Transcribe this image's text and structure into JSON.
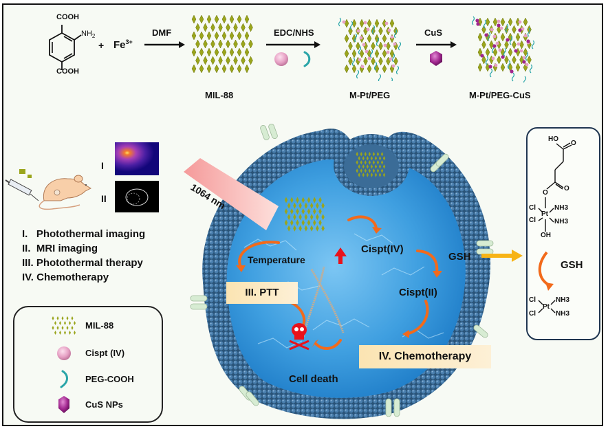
{
  "synthesis": {
    "reactant_ligand": {
      "top_group": "COOH",
      "side_group": "NH",
      "side_group_sub": "2",
      "bottom_group": "COOH"
    },
    "plus": "+",
    "metal_ion": "Fe",
    "metal_charge": "3+",
    "steps": [
      {
        "reagent": "DMF",
        "product": "MIL-88"
      },
      {
        "reagent": "EDC/NHS",
        "product": "M-Pt/PEG"
      },
      {
        "reagent": "CuS",
        "product": "M-Pt/PEG-CuS"
      }
    ]
  },
  "imaging": {
    "labels": [
      "I",
      "II"
    ],
    "panels": [
      "photothermal-image",
      "mri-image"
    ]
  },
  "therapy_list": [
    "I.   Photothermal imaging",
    "II.  MRI imaging",
    "III. Photothermal therapy",
    "IV. Chemotherapy"
  ],
  "legend": [
    {
      "label": "MIL-88",
      "icon": "mof-crystal-icon"
    },
    {
      "label": "Cispt (IV)",
      "icon": "pink-sphere-icon"
    },
    {
      "label": "PEG-COOH",
      "icon": "peg-chain-icon"
    },
    {
      "label": "CuS NPs",
      "icon": "purple-hexagon-icon"
    }
  ],
  "cell": {
    "laser_label": "1064 nm",
    "temperature_label": "Temperature",
    "ptt_label": "III. PTT",
    "cispt4_label": "Cispt(IV)",
    "cispt2_label": "Cispt(II)",
    "gsh_label": "GSH",
    "chemo_label": "IV. Chemotherapy",
    "death_label": "Cell death"
  },
  "chemistry_box": {
    "top_structure": {
      "ho": "HO",
      "o_carbonyl": "O",
      "o_ester": "O",
      "o_link": "O",
      "cl1": "Cl",
      "cl2": "Cl",
      "pt": "Pt",
      "nh3_1": "NH3",
      "nh3_2": "NH3",
      "oh": "OH"
    },
    "reagent": "GSH",
    "bottom_structure": {
      "cl1": "Cl",
      "cl2": "Cl",
      "pt": "Pt",
      "nh3_1": "NH3",
      "nh3_2": "NH3"
    }
  },
  "colors": {
    "mof_green": "#9aa51c",
    "cispt_pink": "#e6a0c4",
    "peg_teal": "#2aa5a8",
    "cus_purple": "#a0268e",
    "membrane_blue": "#3a6d98",
    "water_blue": "#3f9fe0",
    "arrow_orange": "#f26a1b",
    "gsh_arrow": "#f7b316",
    "laser_pink": "#f6a6a6",
    "skull_red": "#e8121b"
  }
}
